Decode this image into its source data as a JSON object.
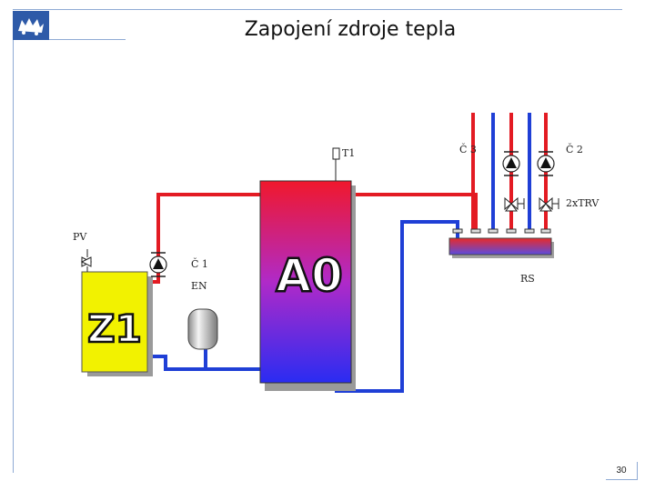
{
  "slide": {
    "title": "Zapojení zdroje tepla",
    "page_number": "30"
  },
  "diagram": {
    "labels": {
      "pv": "PV",
      "c1": "Č 1",
      "en": "EN",
      "t1": "T1",
      "c3": "Č 3",
      "c2": "Č 2",
      "trv": "2xTRV",
      "rs": "RS"
    },
    "boiler_label": "Z1",
    "tank_label": "A0"
  },
  "colors": {
    "supply": "#e31b23",
    "return": "#1f3fd6",
    "boiler": "#f2f200",
    "frame": "#8faad4",
    "logo": "#2e5aa8"
  },
  "icons": [
    "logo-icon",
    "pump-icon",
    "valve-icon",
    "expansion-vessel-icon",
    "thermometer-icon"
  ]
}
